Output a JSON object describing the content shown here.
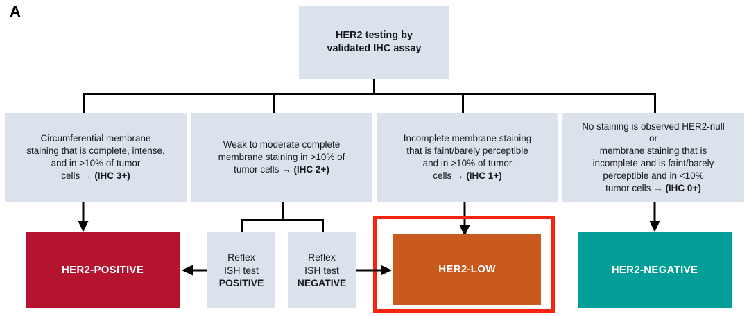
{
  "figure": {
    "panel_label": "A",
    "type": "flowchart"
  },
  "colors": {
    "node_fill": "#dbe2ec",
    "node_text": "#16191c",
    "positive": "#b5142f",
    "her2_low": "#c75a1c",
    "negative": "#049e98",
    "highlight_border": "#f82410",
    "connector": "#000000",
    "background": "#ffffff"
  },
  "root": {
    "label": "HER2 testing by validated IHC assay",
    "line1": "HER2 testing by",
    "line2": "validated IHC assay"
  },
  "categories": [
    {
      "id": "ihc3",
      "lines": [
        "Circumferential membrane",
        "staining that is complete, intense,",
        "and in >10% of tumor",
        "cells → "
      ],
      "score": "(IHC 3+)"
    },
    {
      "id": "ihc2",
      "lines": [
        "Weak to moderate complete",
        "membrane staining in >10% of",
        "tumor cells → "
      ],
      "score": "(IHC 2+)"
    },
    {
      "id": "ihc1",
      "lines": [
        "Incomplete membrane staining",
        "that is faint/barely perceptible",
        "and in >10% of tumor",
        "cells → "
      ],
      "score": "(IHC 1+)"
    },
    {
      "id": "ihc0",
      "lines": [
        "No staining is observed HER2-null",
        "or",
        "membrane staining that is",
        "incomplete and is faint/barely",
        "perceptible and in <10%",
        "tumor cells → "
      ],
      "score": "(IHC 0+)"
    }
  ],
  "reflex": [
    {
      "id": "reflex-positive",
      "line1": "Reflex",
      "line2": "ISH test",
      "result": "POSITIVE"
    },
    {
      "id": "reflex-negative",
      "line1": "Reflex",
      "line2": "ISH test",
      "result": "NEGATIVE"
    }
  ],
  "results": [
    {
      "id": "her2-positive",
      "label": "HER2-POSITIVE"
    },
    {
      "id": "her2-low",
      "label": "HER2-LOW"
    },
    {
      "id": "her2-negative",
      "label": "HER2-NEGATIVE"
    }
  ]
}
